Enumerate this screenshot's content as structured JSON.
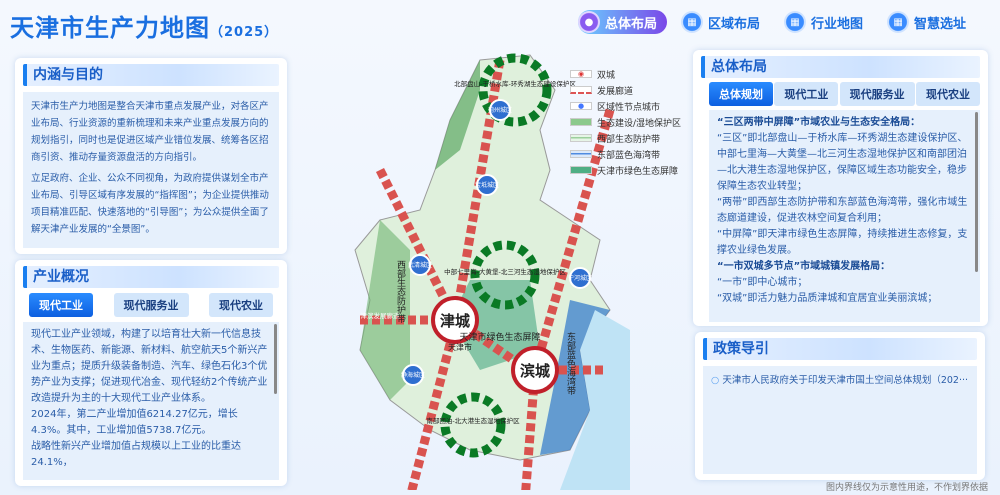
{
  "header": {
    "title": "天津市生产力地图",
    "year": "（2025）"
  },
  "nav": [
    {
      "label": "总体布局",
      "active": true
    },
    {
      "label": "区域布局"
    },
    {
      "label": "行业地图"
    },
    {
      "label": "智慧选址"
    }
  ],
  "intro": {
    "title": "内涵与目的",
    "paragraphs": [
      "天津市生产力地图是整合天津市重点发展产业，对各区产业布局、行业资源的重新梳理和未来产业重点发展方向的规划指引，同时也是促进区域产业错位发展、统筹各区招商引资、推动存量资源盘活的方向指引。",
      "立足政府、企业、公众不同视角，为政府提供谋划全市产业布局、引导区域有序发展的“指挥图”；为企业提供推动项目精准匹配、快速落地的“引导图”；为公众提供全面了解天津产业发展的“全景图”。"
    ]
  },
  "industry": {
    "title": "产业概况",
    "tabs": [
      "现代工业",
      "现代服务业",
      "现代农业"
    ],
    "lines": [
      "现代工业产业领域，构建了以培育壮大新一代信息技术、生物医药、新能源、新材料、航空航天5个新兴产业为重点；提质升级装备制造、汽车、绿色石化3个优势产业为支撑；促进现代冶金、现代轻纺2个传统产业改造提升为主的十大现代工业产业体系。",
      "2024年，第二产业增加值6214.27亿元，增长4.3%。其中，工业增加值5738.7亿元。",
      "战略性新兴产业增加值占规模以上工业的比重达24.1%，"
    ]
  },
  "legend": [
    "双城",
    "发展廊道",
    "区域性节点城市",
    "生态建设/湿地保护区",
    "西部生态防护带",
    "东部蓝色海湾带",
    "天津市绿色生态屏障"
  ],
  "map": {
    "north": "北部盘山-于桥水库-环秀湖生态建设保护区",
    "central": "中部七里海-大黄堡-北三河生态湿地保护区",
    "south": "南部团泊-北大港生态湿地保护区",
    "jincheng": "津城",
    "binchengcity": "滨城",
    "tianjin": "天津市",
    "barrier": "天津市绿色生态屏障",
    "west": "西部生态防护带",
    "east": "东部蓝色海湾带",
    "jizhou": "蓟州城区",
    "baodi": "宝坻城区",
    "wuqing": "武清城区",
    "ninghe": "宁河城区",
    "jinghai": "静海城区",
    "corridor": "津滨发展廊道"
  },
  "layout": {
    "title": "总体布局",
    "tabs": [
      "总体规划",
      "现代工业",
      "现代服务业",
      "现代农业"
    ],
    "items": [
      {
        "b": "“三区两带中屏障”市域农业与生态安全格局："
      },
      {
        "t": "“三区”即北部盘山—于桥水库—环秀湖生态建设保护区、中部七里海—大黄堡—北三河生态湿地保护区和南部团泊—北大港生态湿地保护区，保障区域生态功能安全，稳步保障生态农业转型；"
      },
      {
        "t": "“两带”即西部生态防护带和东部蓝色海湾带，强化市域生态廊道建设，促进农林空间复合利用；"
      },
      {
        "t": "“中屏障”即天津市绿色生态屏障，持续推进生态修复，支撑农业绿色发展。"
      },
      {
        "b": "“一市双城多节点”市域城镇发展格局："
      },
      {
        "t": "“一市”即中心城市；"
      },
      {
        "t": "“双城”即活力魅力品质津城和宜居宜业美丽滨城；"
      }
    ]
  },
  "policy": {
    "title": "政策导引",
    "items": [
      "天津市人民政府关于印发天津市国土空间总体规划（202···"
    ]
  },
  "footer": "图内界线仅为示意性用途，不作划界依据"
}
